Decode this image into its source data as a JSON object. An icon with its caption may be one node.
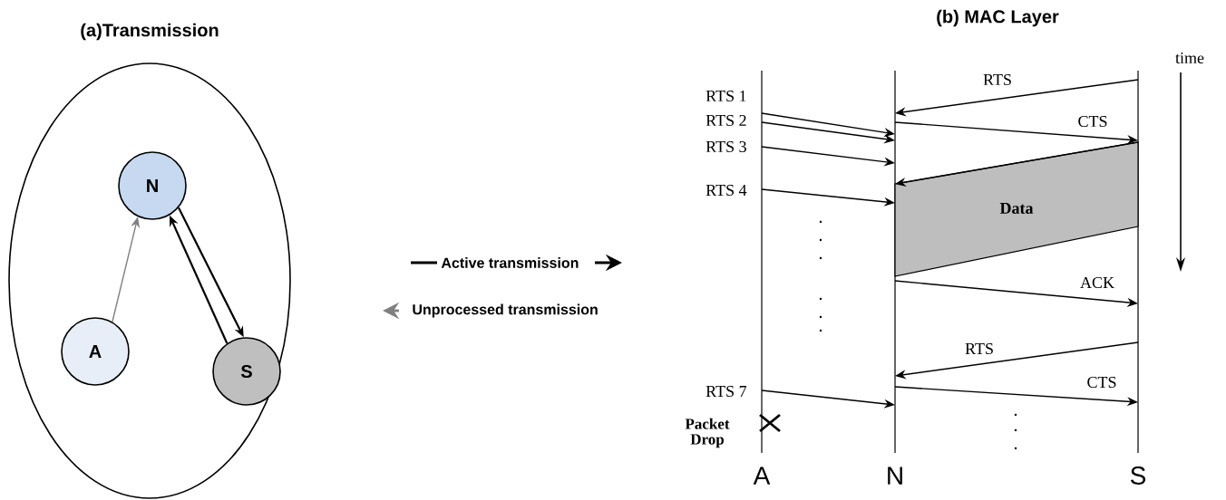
{
  "diagram": {
    "nodes": [
      {
        "text": [],
        "shape": "ellipse"
      },
      {
        "text": [
          "N"
        ],
        "in": 0
      },
      {
        "text": [
          "A"
        ],
        "in": 0
      },
      {
        "text": [
          "S"
        ],
        "in": 0
      },
      {
        "text": [
          "A"
        ]
      },
      {
        "text": [
          "N"
        ]
      },
      {
        "text": [
          "S"
        ]
      },
      {
        "text": [
          "Data"
        ]
      }
    ],
    "edges": [
      {
        "from": 2,
        "to": 1,
        "arrow": "to",
        "color": "#808080"
      },
      {
        "from": 1,
        "to": 3,
        "arrow": "to"
      },
      {
        "from": 3,
        "to": 1,
        "arrow": "to"
      },
      {
        "from": 6,
        "to": 5,
        "arrow": "to",
        "label": "RTS"
      },
      {
        "from": 4,
        "to": 5,
        "arrow": "to",
        "label": "RTS 1"
      },
      {
        "from": 4,
        "to": 5,
        "arrow": "to",
        "label": "RTS 2"
      },
      {
        "from": 5,
        "to": 6,
        "arrow": "to",
        "label": "CTS"
      },
      {
        "from": 4,
        "to": 5,
        "arrow": "to",
        "label": "RTS 3"
      },
      {
        "from": 4,
        "to": 5,
        "arrow": "to",
        "label": "RTS 4"
      },
      {
        "from": 5,
        "to": 6,
        "arrow": "to",
        "label": "ACK"
      },
      {
        "from": 6,
        "to": 5,
        "arrow": "to",
        "label": "RTS"
      },
      {
        "from": 4,
        "to": 5,
        "arrow": "to",
        "label": "RTS 7"
      },
      {
        "from": 5,
        "to": 6,
        "arrow": "to",
        "label": "CTS"
      },
      {
        "from": 6,
        "to": 5,
        "arrow": "to"
      }
    ],
    "labels": [
      "(a)Transmission",
      "(b) MAC Layer",
      "time",
      "Packet Drop"
    ],
    "legend": [
      {
        "text": "Active transmission"
      },
      {
        "text": "Unprocessed transmission"
      }
    ]
  }
}
